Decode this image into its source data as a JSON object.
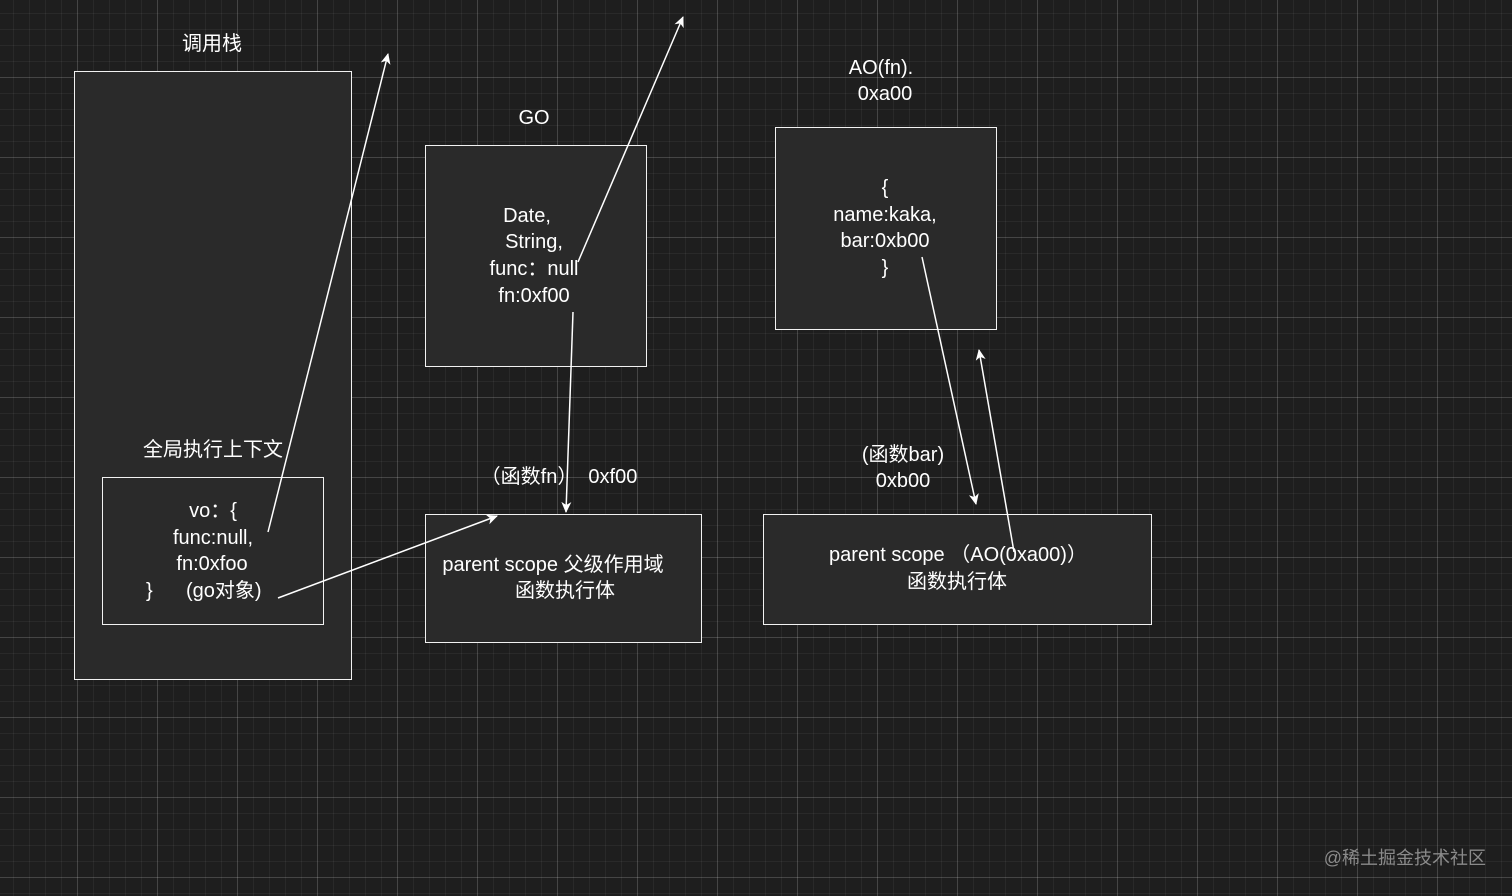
{
  "call_stack": {
    "title": "调用栈",
    "global_context_label": "全局执行上下文",
    "vo_lines": [
      "vo：{",
      "func:null,",
      "fn:0xfoo",
      "}      (go对象)"
    ]
  },
  "go": {
    "title": "GO",
    "lines": [
      "Date,",
      "String,",
      "func：null",
      "fn:0xf00"
    ]
  },
  "ao_fn": {
    "title_lines": [
      "AO(fn).",
      "0xa00"
    ],
    "lines": [
      "{",
      "name:kaka,",
      "bar:0xb00",
      "}"
    ]
  },
  "fn_obj": {
    "label": "（函数fn）  0xf00",
    "lines": [
      "parent scope 父级作用域",
      "函数执行体"
    ]
  },
  "bar_obj": {
    "label_lines": [
      "(函数bar)",
      "0xb00"
    ],
    "lines": [
      "parent scope （AO(0xa00)）",
      "函数执行体"
    ]
  },
  "watermark": "@稀土掘金技术社区"
}
